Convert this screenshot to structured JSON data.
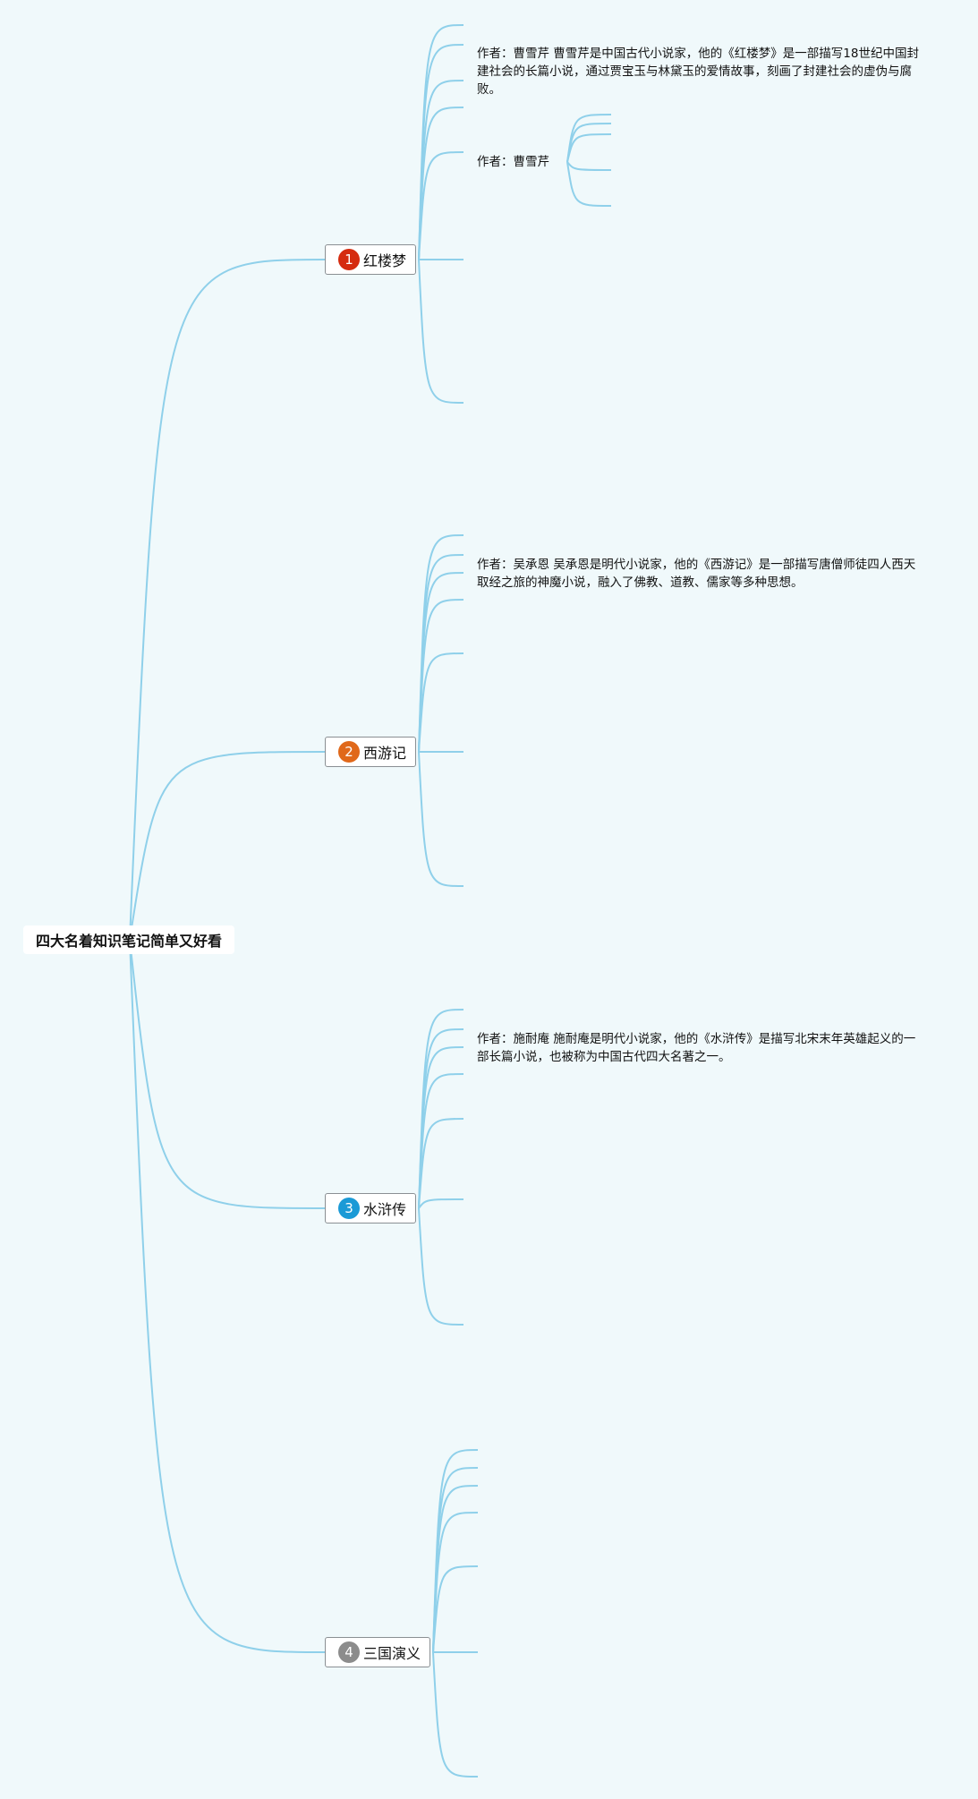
{
  "root": {
    "label": "四大名着知识笔记简单又好看"
  },
  "branches": [
    {
      "num": "1",
      "label": "红楼梦",
      "color": "#d52b0f"
    },
    {
      "num": "2",
      "label": "西游记",
      "color": "#e0681a"
    },
    {
      "num": "3",
      "label": "水浒传",
      "color": "#1b9ad6"
    },
    {
      "num": "4",
      "label": "三国演义",
      "color": "#8c8c8c"
    }
  ],
  "notes": {
    "hongloumeng_desc": "作者：曹雪芹 曹雪芹是中国古代小说家，他的《红楼梦》是一部描写18世纪中国封建社会的长篇小说，通过贾宝玉与林黛玉的爱情故事，刻画了封建社会的虚伪与腐败。",
    "hongloumeng_author": "作者：曹雪芹",
    "xiyouji_desc": "作者：吴承恩 吴承恩是明代小说家，他的《西游记》是一部描写唐僧师徒四人西天取经之旅的神魔小说，融入了佛教、道教、儒家等多种思想。",
    "shuihuzhuan_desc": "作者：施耐庵 施耐庵是明代小说家，他的《水浒传》是描写北宋末年英雄起义的一部长篇小说，也被称为中国古代四大名著之一。"
  },
  "colors": {
    "background": "#f0f9fb",
    "connector": "#8fd0ea"
  }
}
